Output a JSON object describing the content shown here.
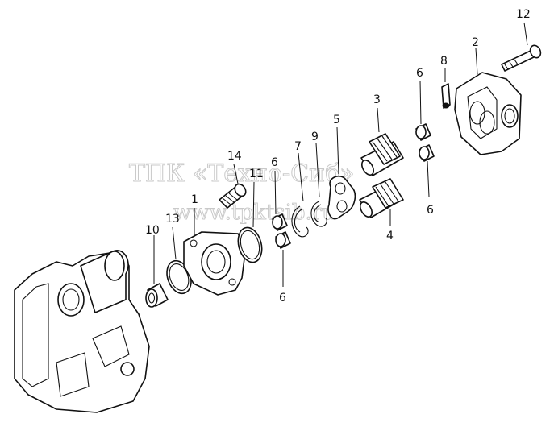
{
  "watermark": {
    "line1": "ТПК «Техно-Сиб»",
    "line2": "www.tpktsib.ru"
  },
  "callouts": [
    {
      "id": "c1",
      "text": "1"
    },
    {
      "id": "c2",
      "text": "2"
    },
    {
      "id": "c3",
      "text": "3"
    },
    {
      "id": "c4",
      "text": "4"
    },
    {
      "id": "c5",
      "text": "5"
    },
    {
      "id": "c6a",
      "text": "6"
    },
    {
      "id": "c6b",
      "text": "6"
    },
    {
      "id": "c6c",
      "text": "6"
    },
    {
      "id": "c6d",
      "text": "6"
    },
    {
      "id": "c7",
      "text": "7"
    },
    {
      "id": "c8",
      "text": "8"
    },
    {
      "id": "c9",
      "text": "9"
    },
    {
      "id": "c10",
      "text": "10"
    },
    {
      "id": "c11",
      "text": "11"
    },
    {
      "id": "c12",
      "text": "12"
    },
    {
      "id": "c13",
      "text": "13"
    },
    {
      "id": "c14",
      "text": "14"
    }
  ]
}
